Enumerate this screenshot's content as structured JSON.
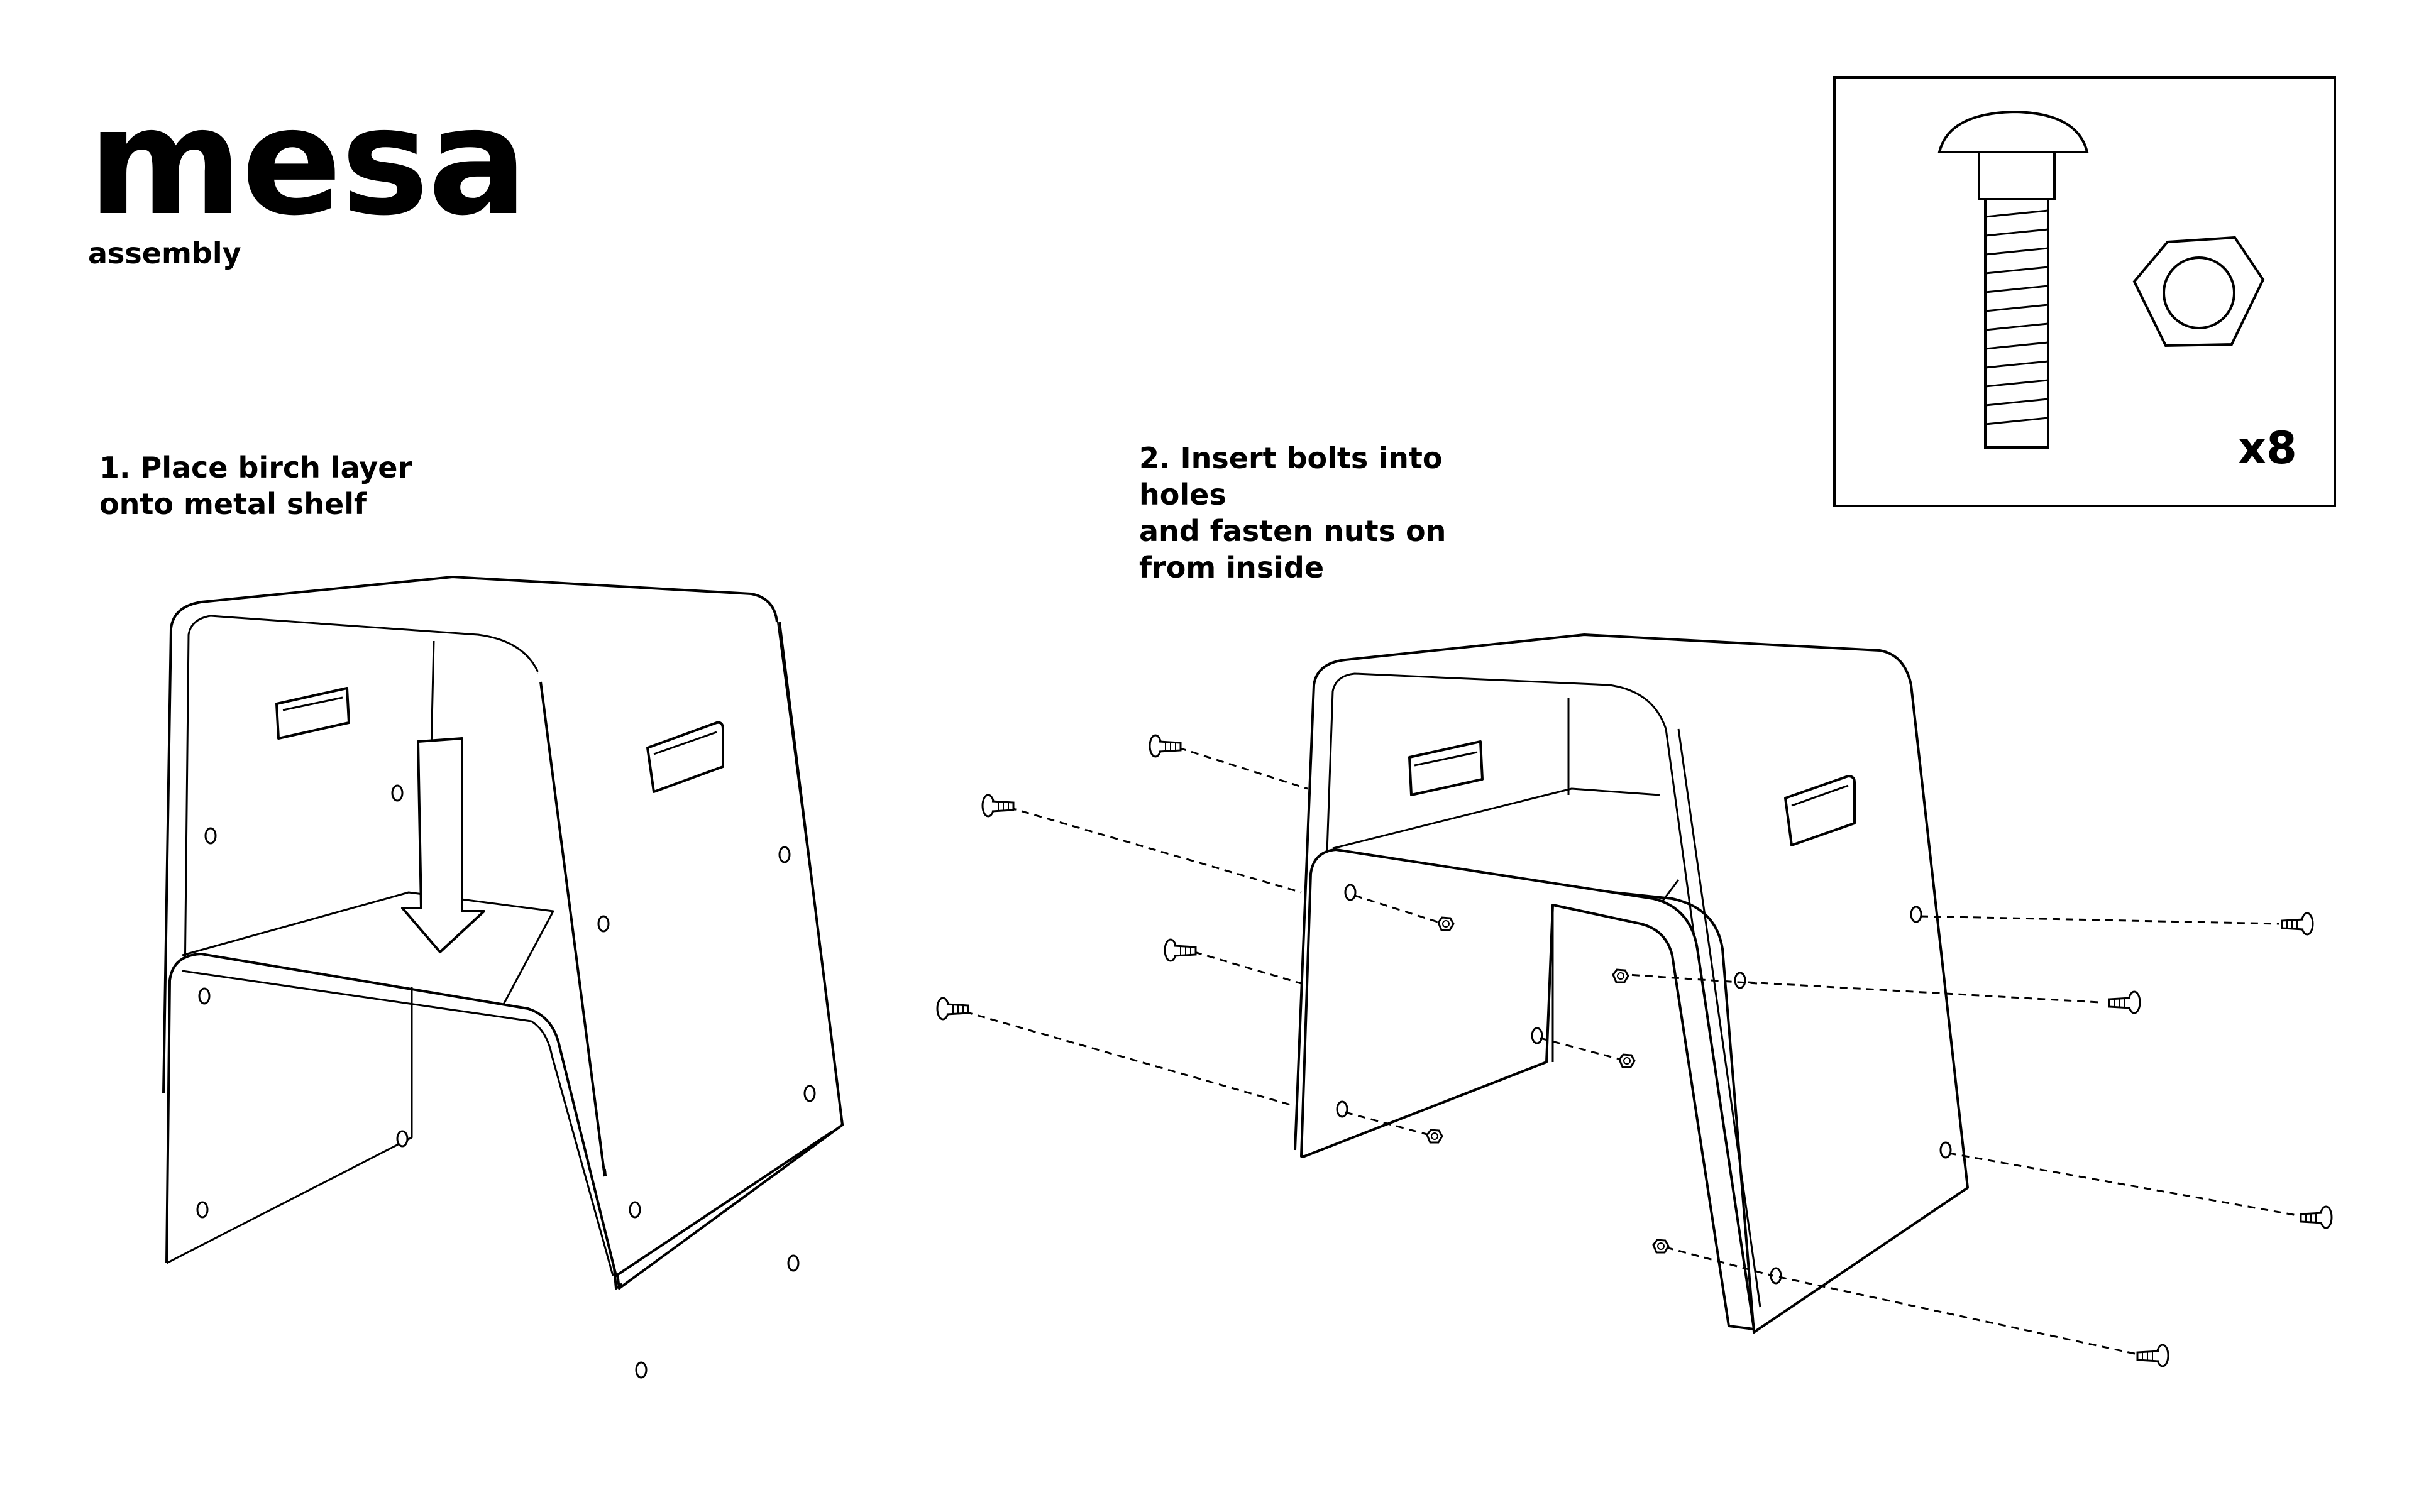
{
  "brand": {
    "title": "mesa",
    "subtitle": "assembly"
  },
  "steps": [
    {
      "text": "1. Place birch layer\nonto metal shelf"
    },
    {
      "text": "2. Insert bolts into holes\nand fasten nuts on\nfrom inside"
    }
  ],
  "parts": {
    "quantity": "x8",
    "items": [
      "bolt-icon",
      "hex-nut-icon"
    ]
  },
  "colors": {
    "line": "#000000",
    "background": "#ffffff"
  }
}
